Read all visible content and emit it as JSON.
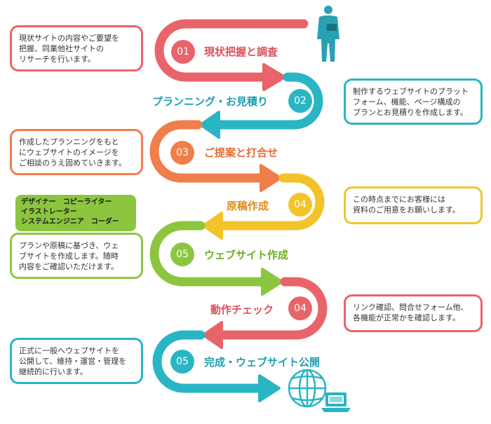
{
  "colors": {
    "red": "#e8646a",
    "teal": "#2ab5c4",
    "orange": "#f07e4a",
    "yellow": "#f2c42a",
    "green": "#8cc63f",
    "navy": "#1e7a8c"
  },
  "steps": [
    {
      "number": "01",
      "title": "現状把握と調査",
      "box_lines": [
        "現状サイトの内容やご要望を",
        "把握、同業他社サイトの",
        "リサーチを行います。"
      ]
    },
    {
      "number": "02",
      "title": "プランニング・お見積り",
      "box_lines": [
        "制作するウェブサイトのプラット",
        "フォーム、機能、ページ構成の",
        "プランとお見積りを作成します。"
      ]
    },
    {
      "number": "03",
      "title": "ご提案と打合せ",
      "box_lines": [
        "作成したプランニングをもと",
        "にウェブサイトのイメージを",
        "ご相談のうえ固めていきます。"
      ]
    },
    {
      "number": "04",
      "title": "原稿作成",
      "box_lines": [
        "この時点までにお客様には",
        "資料のご用意をお願いします。"
      ]
    },
    {
      "number": "05",
      "title": "ウェブサイト作成",
      "box_lines": [
        "プランや原稿に基づき、ウェ",
        "ブサイトを作成します。随時",
        "内容をご確認いただけます。"
      ]
    },
    {
      "number": "04",
      "title": "動作チェック",
      "box_lines": [
        "リンク確認、問合せフォーム他、",
        "各機能が正常かを確認します。"
      ]
    },
    {
      "number": "05",
      "title": "完成・ウェブサイト公開",
      "box_lines": [
        "正式に一般へウェブサイトを",
        "公開して、維持・運営・管理を",
        "継続的に行います。"
      ]
    }
  ],
  "roles": {
    "lines": [
      "デザイナー　コピーライター",
      "イラストレーター",
      "システムエンジニア　コーダー"
    ]
  },
  "icons": [
    "businessman-icon",
    "globe-icon",
    "laptop-icon"
  ]
}
